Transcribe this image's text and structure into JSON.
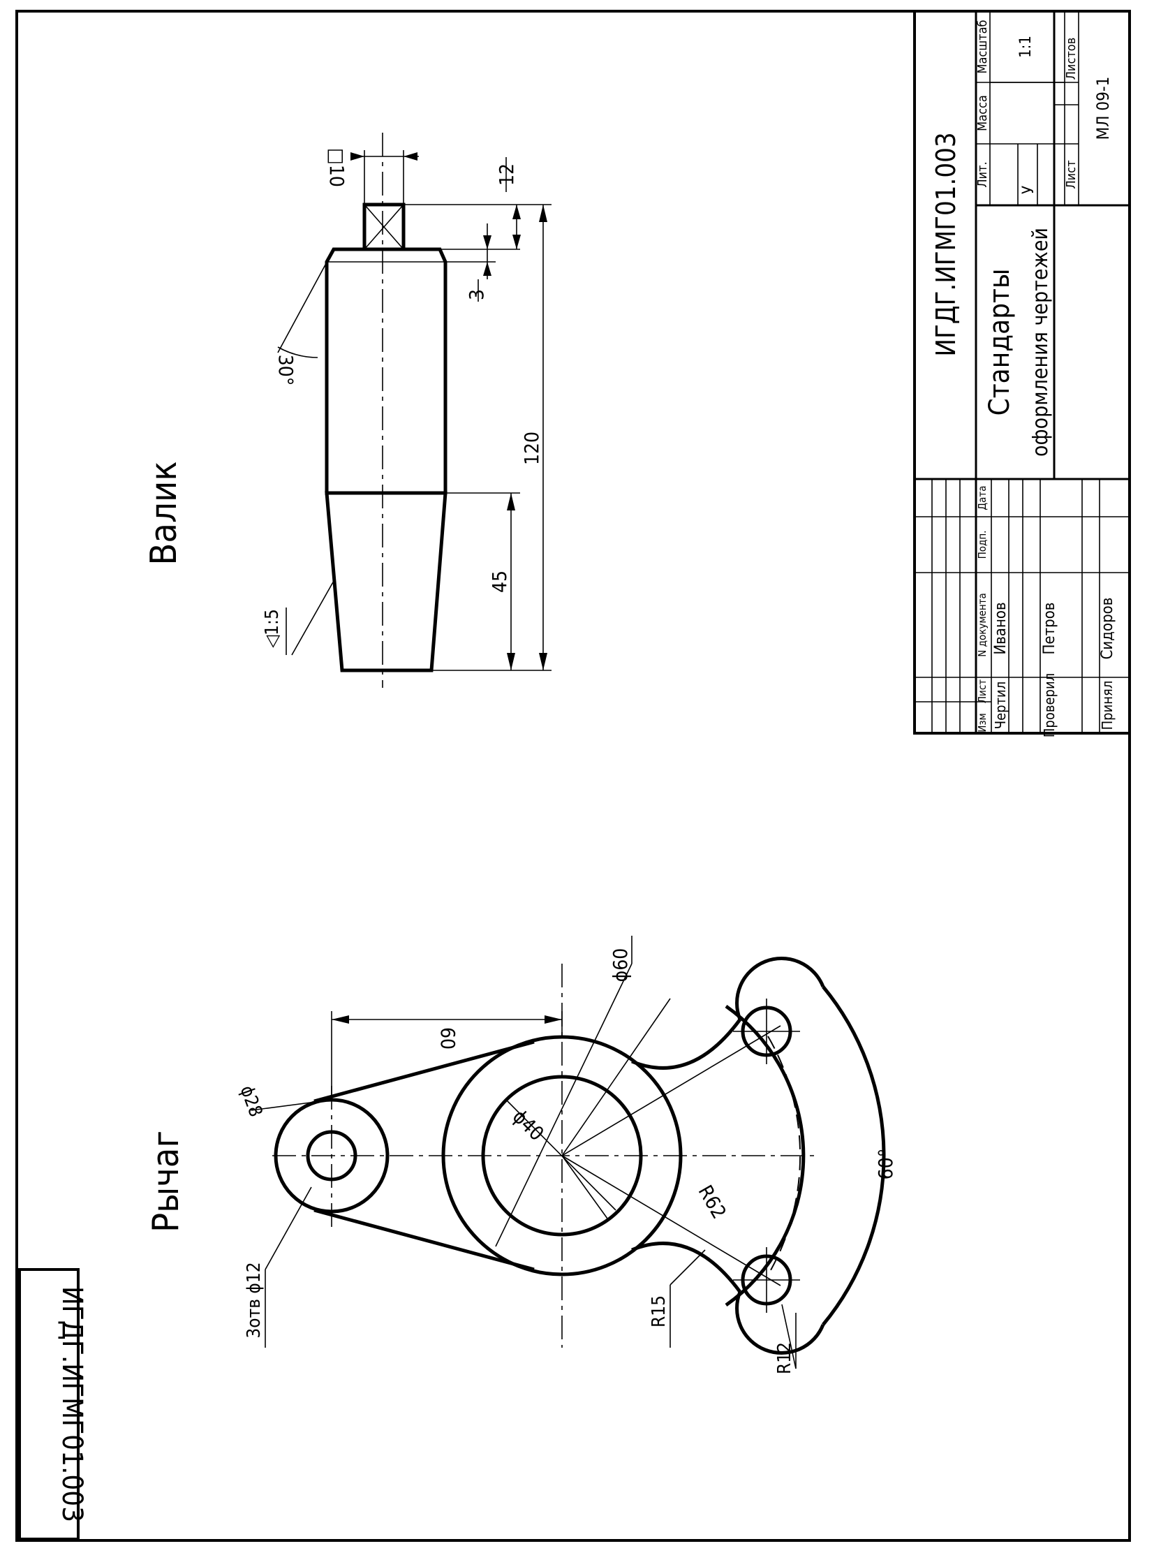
{
  "sheet": {
    "title_rotated": "ИГДГ.ИГМГ01.003",
    "corner_code": "ИГДГ.ИГМГ01.003"
  },
  "views": {
    "valik": {
      "title": "Валик",
      "dims": {
        "total_length": "120",
        "taper_length": "45",
        "square_length": "12",
        "chamfer": "3",
        "angle": "30°",
        "square_size": "□10",
        "taper": "◁1:5"
      }
    },
    "rychag": {
      "title": "Рычаг",
      "dims": {
        "center_dist": "60",
        "dia_outer": "ϕ60",
        "dia_inner": "ϕ40",
        "dia_small": "ϕ28",
        "holes": "3отв ϕ12",
        "r62": "R62",
        "r15": "R15",
        "r12": "R12",
        "angle": "60°"
      }
    }
  },
  "title_block": {
    "doc_code": "ИГДГ.ИГМГ01.003",
    "name_line1": "Стандарты",
    "name_line2": "оформления чертежей",
    "col_lit": "Лит.",
    "col_mass": "Масса",
    "col_scale": "Масштаб",
    "lit_value": "У",
    "scale_value": "1:1",
    "col_sheet": "Лист",
    "col_sheets": "Листов",
    "org": "МЛ 09-1",
    "row_header": [
      "Изм",
      "Лист",
      "N документа",
      "Подп.",
      "Дата"
    ],
    "roles": [
      {
        "role": "Чертил",
        "name": "Иванов"
      },
      {
        "role": "Проверил",
        "name": "Петров"
      },
      {
        "role": "Принял",
        "name": "Сидоров"
      }
    ]
  }
}
